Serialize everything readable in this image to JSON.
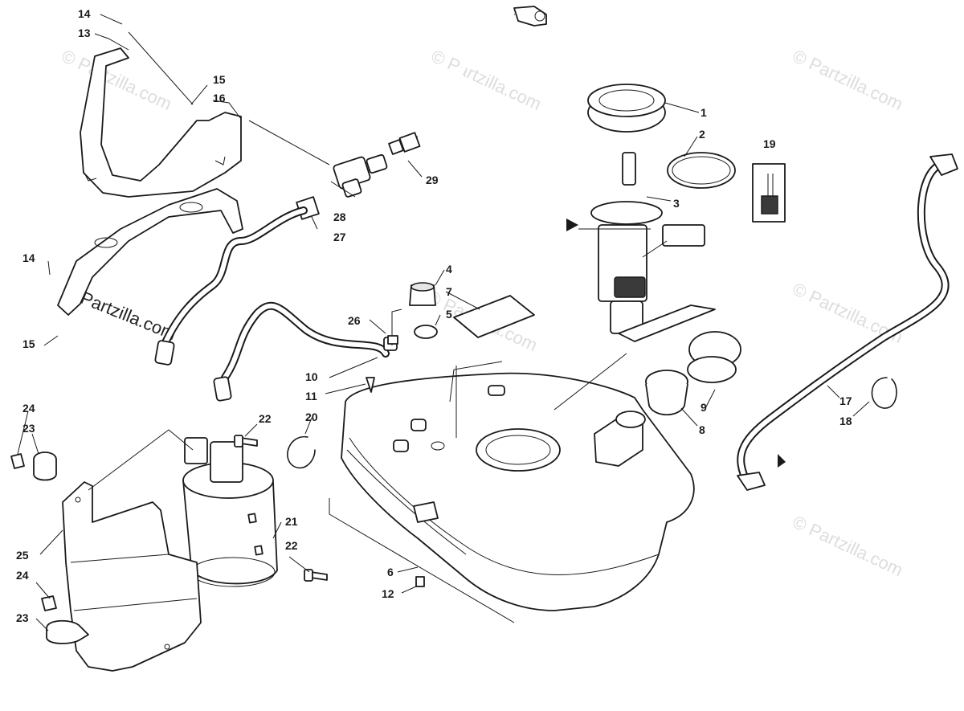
{
  "watermark": {
    "text": "© Partzilla.com",
    "text_strong": "© Partzilla.com"
  },
  "callouts": [
    {
      "id": "c1",
      "label": "1"
    },
    {
      "id": "c2",
      "label": "2"
    },
    {
      "id": "c3",
      "label": "3"
    },
    {
      "id": "c4",
      "label": "4"
    },
    {
      "id": "c5",
      "label": "5"
    },
    {
      "id": "c6",
      "label": "6"
    },
    {
      "id": "c7",
      "label": "7"
    },
    {
      "id": "c8",
      "label": "8"
    },
    {
      "id": "c9",
      "label": "9"
    },
    {
      "id": "c10",
      "label": "10"
    },
    {
      "id": "c11",
      "label": "11"
    },
    {
      "id": "c12",
      "label": "12"
    },
    {
      "id": "c13",
      "label": "13"
    },
    {
      "id": "c14a",
      "label": "14"
    },
    {
      "id": "c14b",
      "label": "14"
    },
    {
      "id": "c15a",
      "label": "15"
    },
    {
      "id": "c15b",
      "label": "15"
    },
    {
      "id": "c16",
      "label": "16"
    },
    {
      "id": "c17",
      "label": "17"
    },
    {
      "id": "c18",
      "label": "18"
    },
    {
      "id": "c19",
      "label": "19"
    },
    {
      "id": "c20",
      "label": "20"
    },
    {
      "id": "c21",
      "label": "21"
    },
    {
      "id": "c22a",
      "label": "22"
    },
    {
      "id": "c22b",
      "label": "22"
    },
    {
      "id": "c23a",
      "label": "23"
    },
    {
      "id": "c23b",
      "label": "23"
    },
    {
      "id": "c24a",
      "label": "24"
    },
    {
      "id": "c24b",
      "label": "24"
    },
    {
      "id": "c25",
      "label": "25"
    },
    {
      "id": "c26",
      "label": "26"
    },
    {
      "id": "c27",
      "label": "27"
    },
    {
      "id": "c28",
      "label": "28"
    },
    {
      "id": "c29",
      "label": "29"
    }
  ]
}
